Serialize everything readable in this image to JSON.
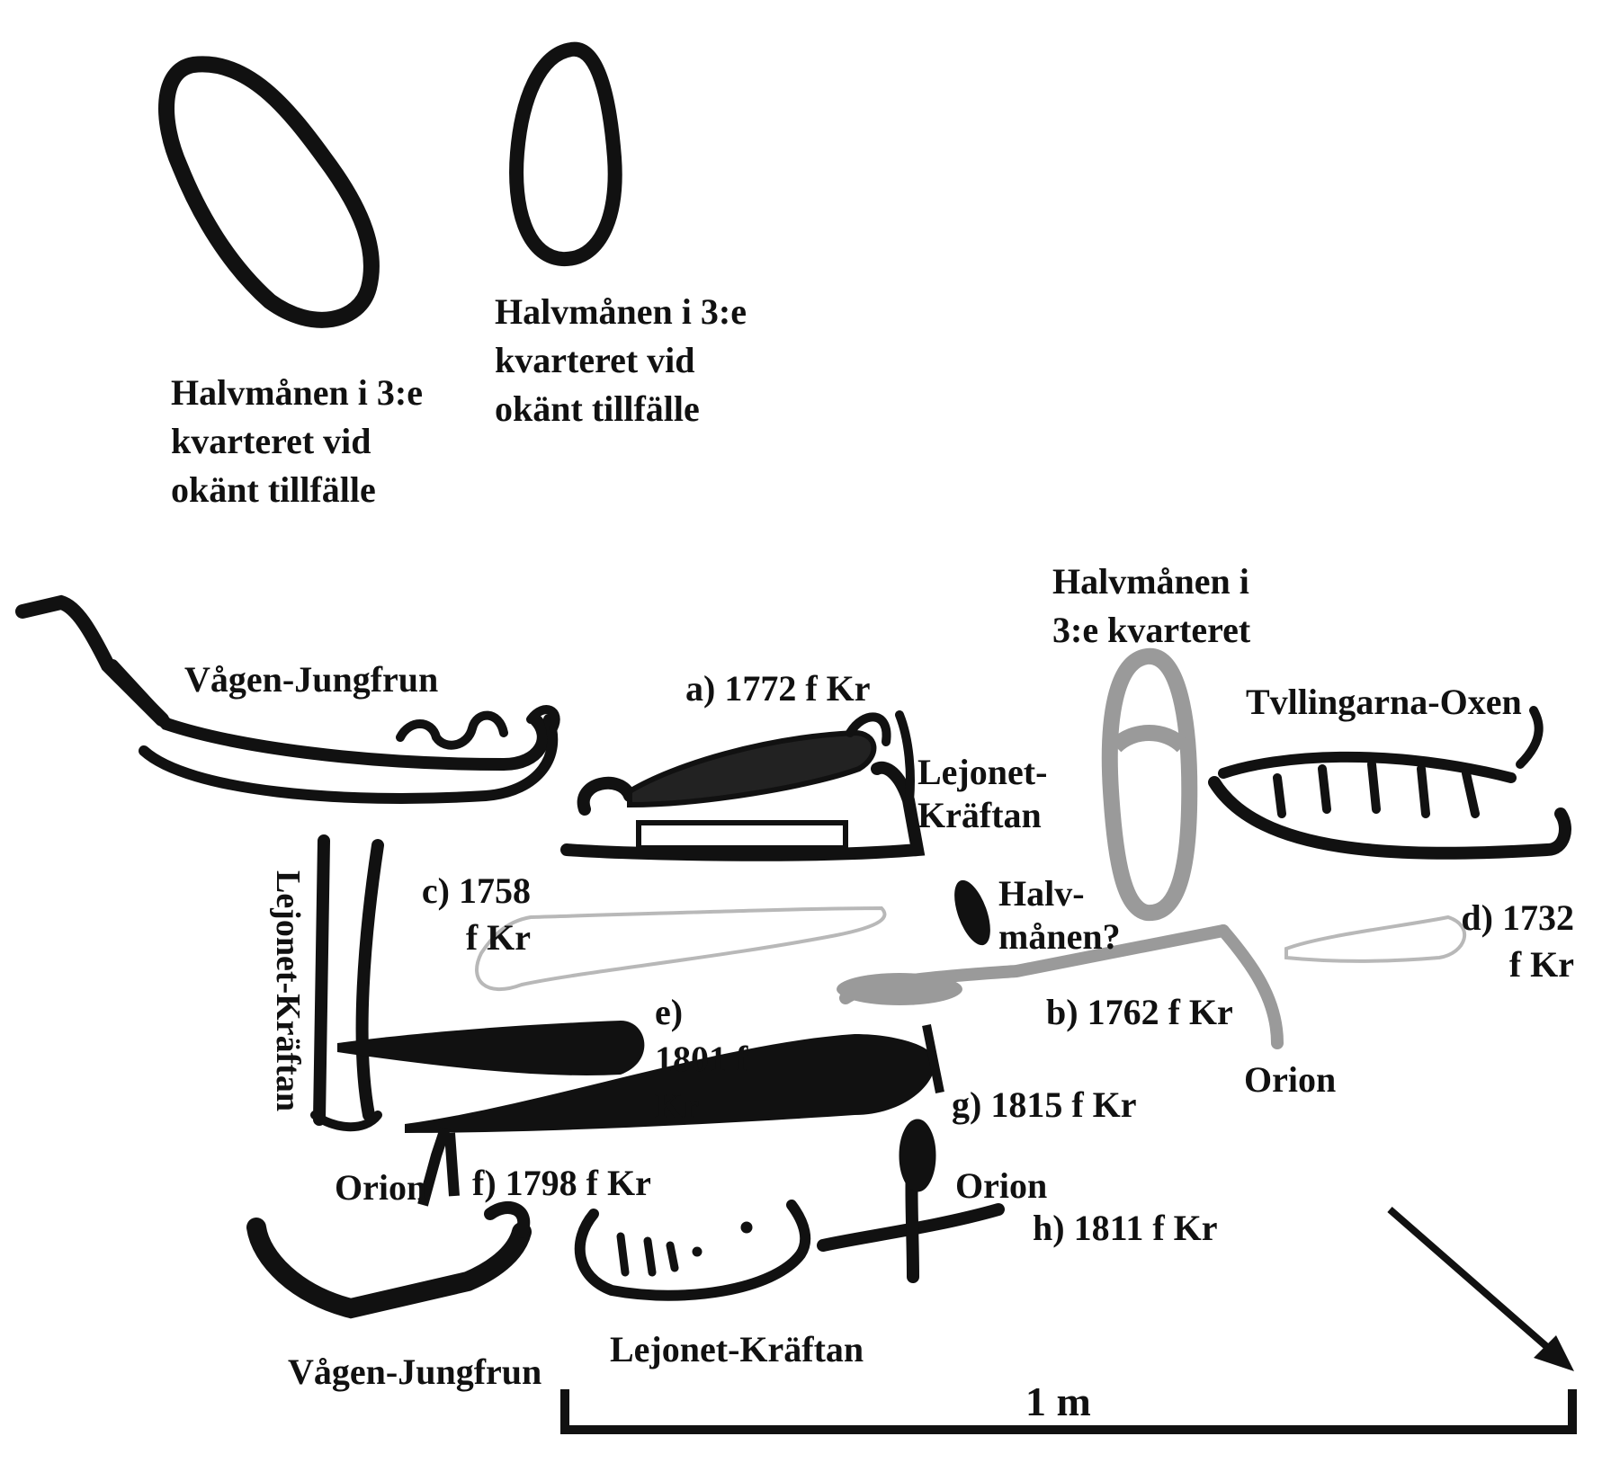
{
  "labels": {
    "moon_caption_1": "Halvmånen i 3:e kvarteret vid okänt tillfälle",
    "moon_caption_2": "Halvmånen i 3:e kvarteret vid okänt tillfälle",
    "moon_caption_3": "Halvmånen i 3:e kvarteret",
    "vagen_jungfrun_top": "Vågen-Jungfrun",
    "a_date": "a) 1772 f Kr",
    "lejonet_kraftan_right": "Lejonet-Kräftan",
    "tvillingarna_oxen": "Tvllingarna-Oxen",
    "lejonet_kraftan_vertical": "Lejonet-Kräftan",
    "c_date": "c) 1758 f Kr",
    "halvmanen_q": "Halv-månen?",
    "d_date": "d) 1732 f Kr",
    "e_date": "e) 1801 f Kr",
    "b_date": "b) 1762 f Kr",
    "orion_right": "Orion",
    "g_date": "g) 1815 f Kr",
    "orion_left": "Orion",
    "f_date": "f) 1798 f Kr",
    "orion_mid": "Orion",
    "h_date": "h) 1811 f Kr",
    "vagen_jungfrun_bottom": "Vågen-Jungfrun",
    "lejonet_kraftan_bottom": "Lejonet-Kräftan",
    "scale": "1 m"
  },
  "colors": {
    "ink": "#111111",
    "gray_outline": "#8a8a8a",
    "light_outline": "#b8b8b8",
    "mid_gray_fill": "#9a9a9a"
  }
}
